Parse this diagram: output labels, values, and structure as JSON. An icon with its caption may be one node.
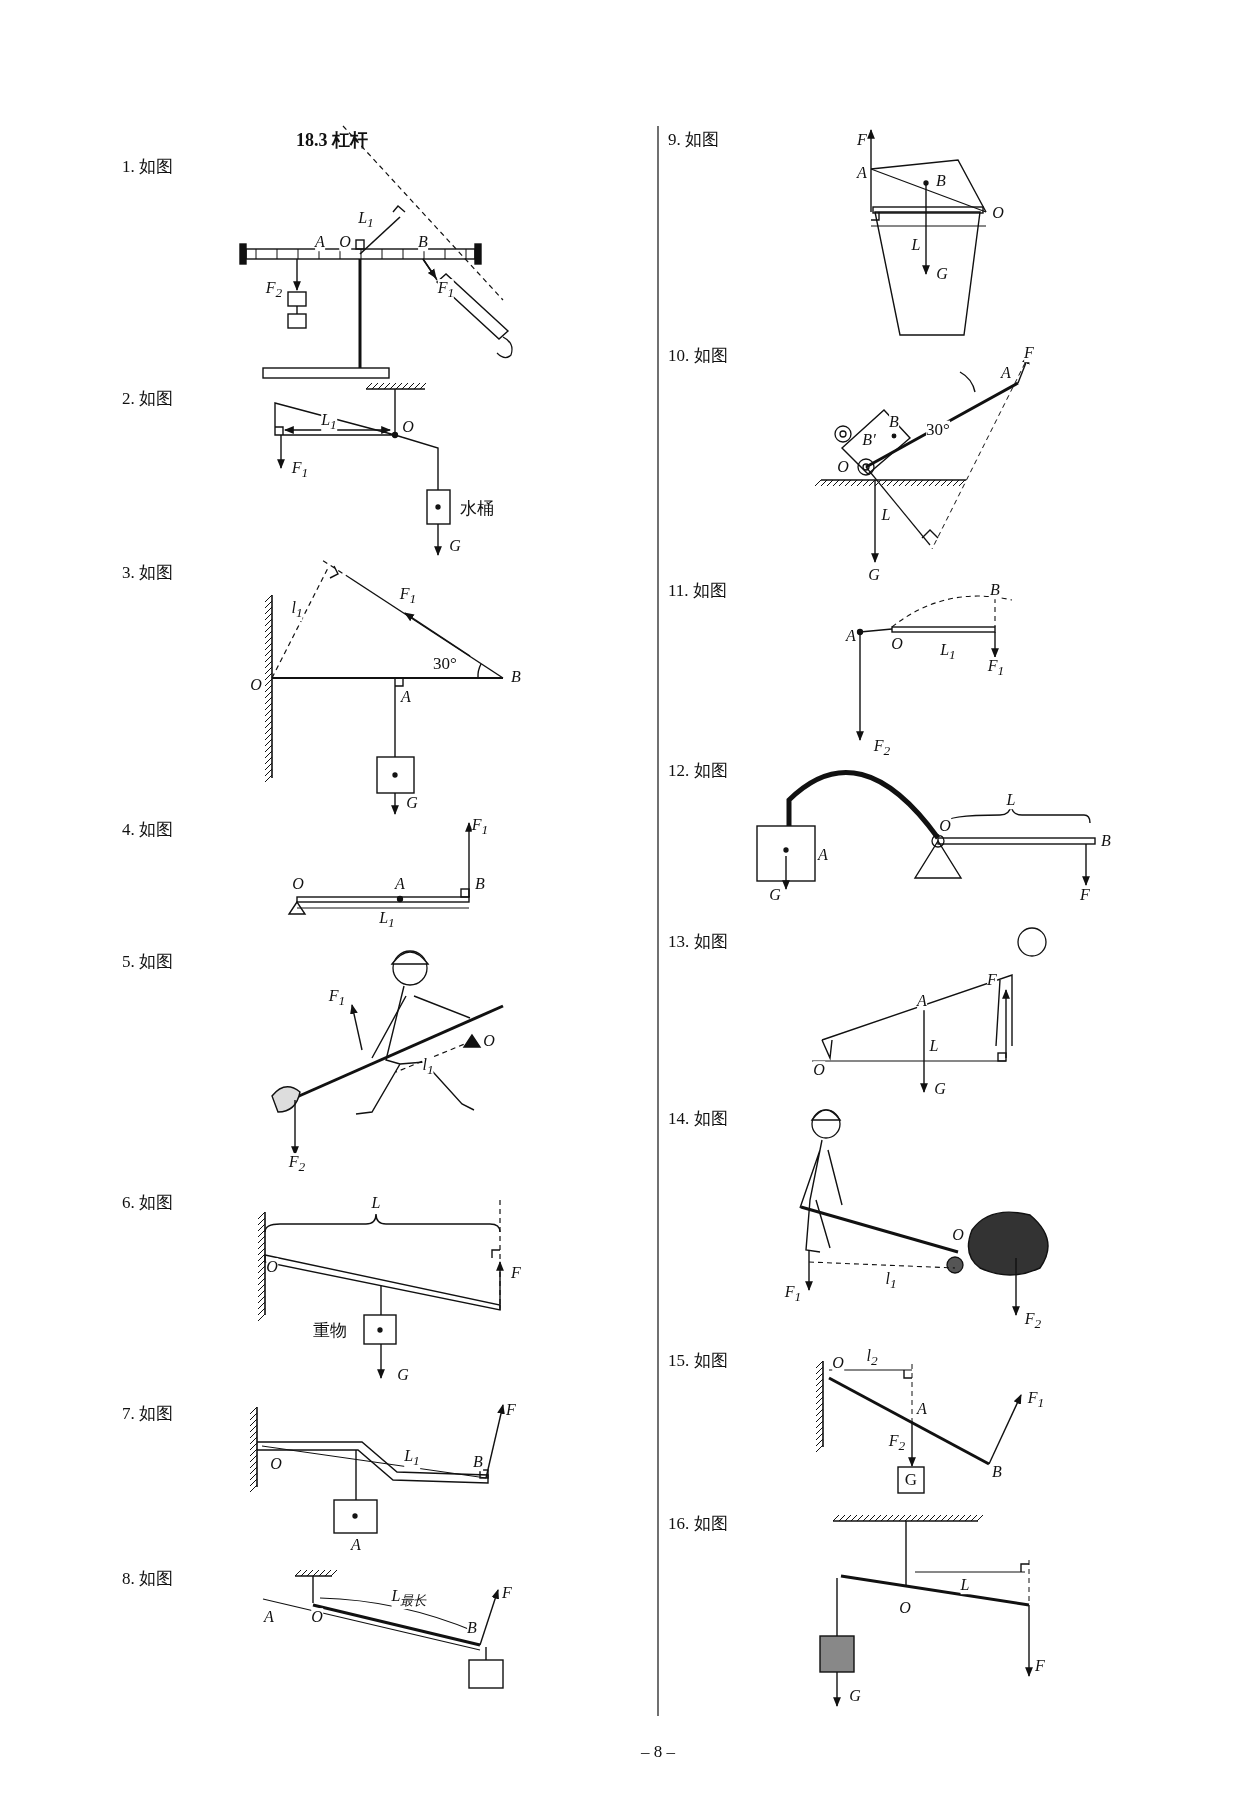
{
  "diagram": {
    "title": "18.3 杠杆",
    "labels": [
      "1. 如图",
      "L$_{1}$",
      "A",
      "O",
      "B",
      "F$_{2}$",
      "F$_{1}$",
      "2. 如图",
      "L$_{1}$",
      "O",
      "F$_{1}$",
      "水桶",
      "G",
      "3. 如图",
      "l$_{1}$",
      "F$_{1}$",
      "30°",
      "O",
      "B",
      "A",
      "G",
      "4. 如图",
      "F$_{1}$",
      "O",
      "A",
      "B",
      "L$_{1}$",
      "5. 如图",
      "F$_{1}$",
      "O",
      "l$_{1}$",
      "F$_{2}$",
      "6. 如图",
      "L",
      "O",
      "F",
      "重物",
      "G",
      "7. 如图",
      "F",
      "O",
      "L$_{1}$",
      "B",
      "A",
      "8. 如图",
      "F",
      "A",
      "O",
      "L$_{最长}$",
      "B",
      "9. 如图",
      "F",
      "A",
      "B",
      "O",
      "L",
      "G",
      "10. 如图",
      "F",
      "A",
      "B",
      "B′",
      "30°",
      "O",
      "L",
      "G",
      "11. 如图",
      "B",
      "A",
      "O",
      "L$_{1}$",
      "F$_{1}$",
      "F$_{2}$",
      "12. 如图",
      "L",
      "O",
      "A",
      "B",
      "G",
      "F",
      "13. 如图",
      "F",
      "A",
      "L",
      "O",
      "G",
      "14. 如图",
      "O",
      "l$_{1}$",
      "F$_{1}$",
      "F$_{2}$",
      "15. 如图",
      "O",
      "l$_{2}$",
      "F$_{1}$",
      "A",
      "F$_{2}$",
      "B",
      "G",
      "16. 如图",
      "L",
      "O",
      "F",
      "G",
      "– 8 –"
    ]
  }
}
